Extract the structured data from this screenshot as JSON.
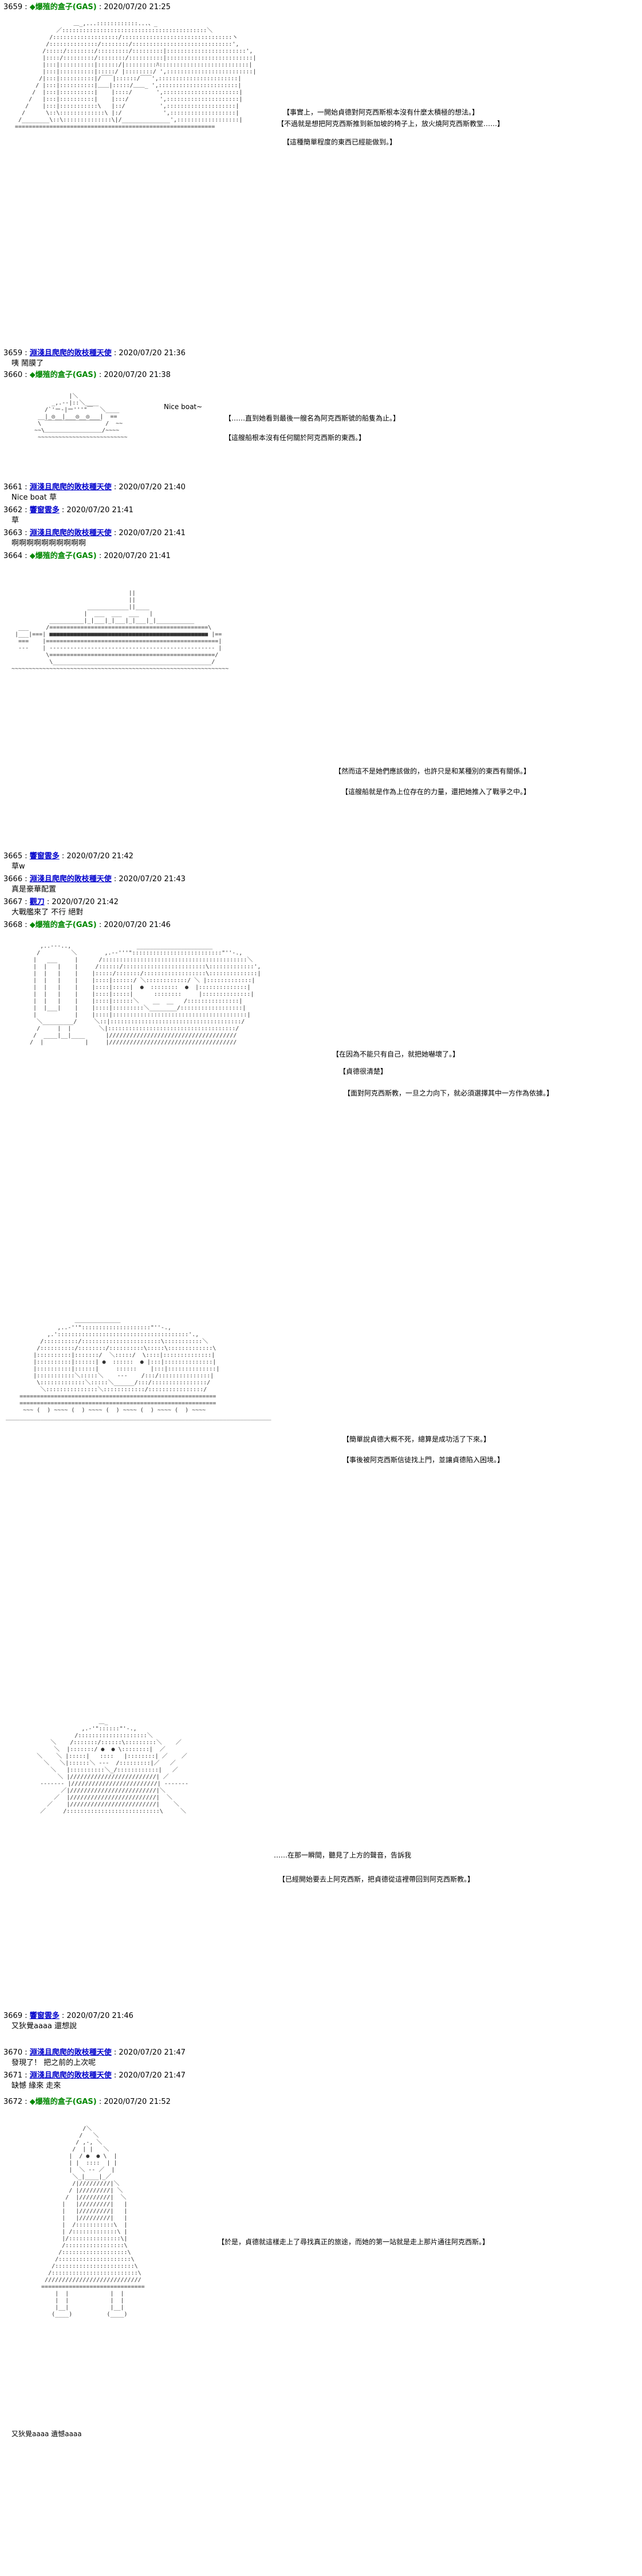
{
  "posts": [
    {
      "num": "3659",
      "name": "◆爆殖的盒子(GAS)",
      "date": "2020/07/20 21:25",
      "style": "green"
    },
    {
      "num": "3659",
      "name": "淵淺且爬爬的敗枝種天使",
      "date": "2020/07/20 21:36",
      "style": "blue",
      "text": "咦 鬧膜了"
    },
    {
      "num": "3660",
      "name": "◆爆殖的盒子(GAS)",
      "date": "2020/07/20 21:38",
      "style": "green"
    },
    {
      "num": "3661",
      "name": "淵淺且爬爬的敗枝種天使",
      "date": "2020/07/20 21:40",
      "style": "blue",
      "text": "Nice boat 草"
    },
    {
      "num": "3662",
      "name": "響窗雲多",
      "date": "2020/07/20 21:41",
      "style": "blue",
      "text": "草"
    },
    {
      "num": "3663",
      "name": "淵淺且爬爬的敗枝種天使",
      "date": "2020/07/20 21:41",
      "style": "blue",
      "text": "啊啊啊啊啊啊啊啊啊啊"
    },
    {
      "num": "3664",
      "name": "◆爆殖的盒子(GAS)",
      "date": "2020/07/20 21:41",
      "style": "green"
    },
    {
      "num": "3665",
      "name": "響窗雲多",
      "date": "2020/07/20 21:42",
      "style": "blue",
      "text": "草w"
    },
    {
      "num": "3666",
      "name": "淵淺且爬爬的敗枝種天使",
      "date": "2020/07/20 21:43",
      "style": "blue",
      "text": "真是豪華配置"
    },
    {
      "num": "3667",
      "name": "觀刀",
      "date": "2020/07/20 21:42",
      "style": "blue",
      "text": "大戰艦來了 不行 絕對"
    },
    {
      "num": "3668",
      "name": "◆爆殖的盒子(GAS)",
      "date": "2020/07/20 21:46",
      "style": "green"
    },
    {
      "num": "3669",
      "name": "響窗雲多",
      "date": "2020/07/20 21:46",
      "style": "blue",
      "text": "又狄覺aaaa 還想說"
    },
    {
      "num": "3670",
      "name": "淵淺且爬爬的敗枝種天使",
      "date": "2020/07/20 21:47",
      "style": "blue",
      "text": "發現了！ 把之前的上次呢"
    },
    {
      "num": "3671",
      "name": "淵淺且爬爬的敗枝種天使",
      "date": "2020/07/20 21:47",
      "style": "blue",
      "text": "缺憾 緣來 走來"
    },
    {
      "num": "3672",
      "name": "◆爆殖的盒子(GAS)",
      "date": "2020/07/20 21:52",
      "style": "green"
    }
  ],
  "notes": {
    "n1": "【事實上，一開始貞德對阿克西斯根本沒有什麼太積極的想法。】",
    "n2": "【不過就是想把阿克西斯推到新加坡的椅子上，放火燒阿克西斯教堂……】",
    "n3": "【這種簡單程度的東西已經能做到。】",
    "n4": "【……直到她看到最後一艘名為阿克西斯號的船隻為止。】",
    "n5": "【這艘船根本沒有任何關於阿克西斯的東西。】",
    "n6": "【然而這不是她們應該做的，也許只是和某種別的東西有關係。】",
    "n7": "【這艘船就是作為上位存在的力量，還把她推入了戰爭之中。】",
    "n8": "【在因為不能只有自己，就把她嚇壞了。】",
    "n9": "【貞德很清楚】",
    "n10": "【面對阿克西斯教，一旦之力向下，就必須選擇其中一方作為依據。】",
    "n11": "【簡單說貞德大概不死，總算是成功活了下來。】",
    "n12": "【事後被阿克西斯信徒找上門，並讓貞德陷入困境。】",
    "n13": "……在那一瞬間，聽見了上方的聲音，告訴我",
    "n14": "【已經開始要去上阿克西斯，把貞德從這裡帶回到阿克西斯教。】",
    "n15": "【於是，貞德就這樣走上了尋找真正的旅途，而她的第一站就是走上那片通往阿克西斯。】",
    "nice": "Nice boat~"
  },
  "footer_tail": "又狄覺aaaa 遺憾aaaa"
}
